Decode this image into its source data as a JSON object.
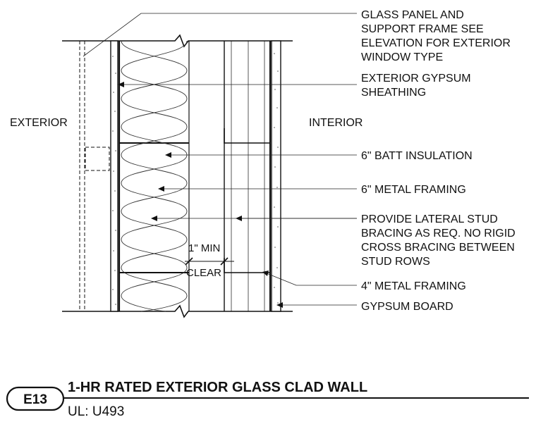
{
  "drawing": {
    "side_left": "EXTERIOR",
    "side_right": "INTERIOR",
    "callouts": [
      {
        "lines": [
          "GLASS PANEL AND",
          "SUPPORT FRAME SEE",
          "ELEVATION  FOR EXTERIOR",
          "WINDOW TYPE"
        ]
      },
      {
        "lines": [
          "EXTERIOR GYPSUM",
          "SHEATHING"
        ]
      },
      {
        "lines": [
          "6\" BATT INSULATION"
        ]
      },
      {
        "lines": [
          "6\" METAL FRAMING"
        ]
      },
      {
        "lines": [
          "PROVIDE LATERAL STUD",
          "BRACING AS REQ. NO RIGID",
          "CROSS BRACING BETWEEN",
          "STUD ROWS"
        ]
      },
      {
        "lines": [
          "4\" METAL FRAMING"
        ]
      },
      {
        "lines": [
          "GYPSUM BOARD"
        ]
      }
    ],
    "dimension": {
      "top": "1\" MIN",
      "bottom": "CLEAR"
    }
  },
  "titleblock": {
    "tag": "E13",
    "title": "1-HR RATED EXTERIOR GLASS CLAD WALL",
    "subtitle": "UL: U493"
  }
}
